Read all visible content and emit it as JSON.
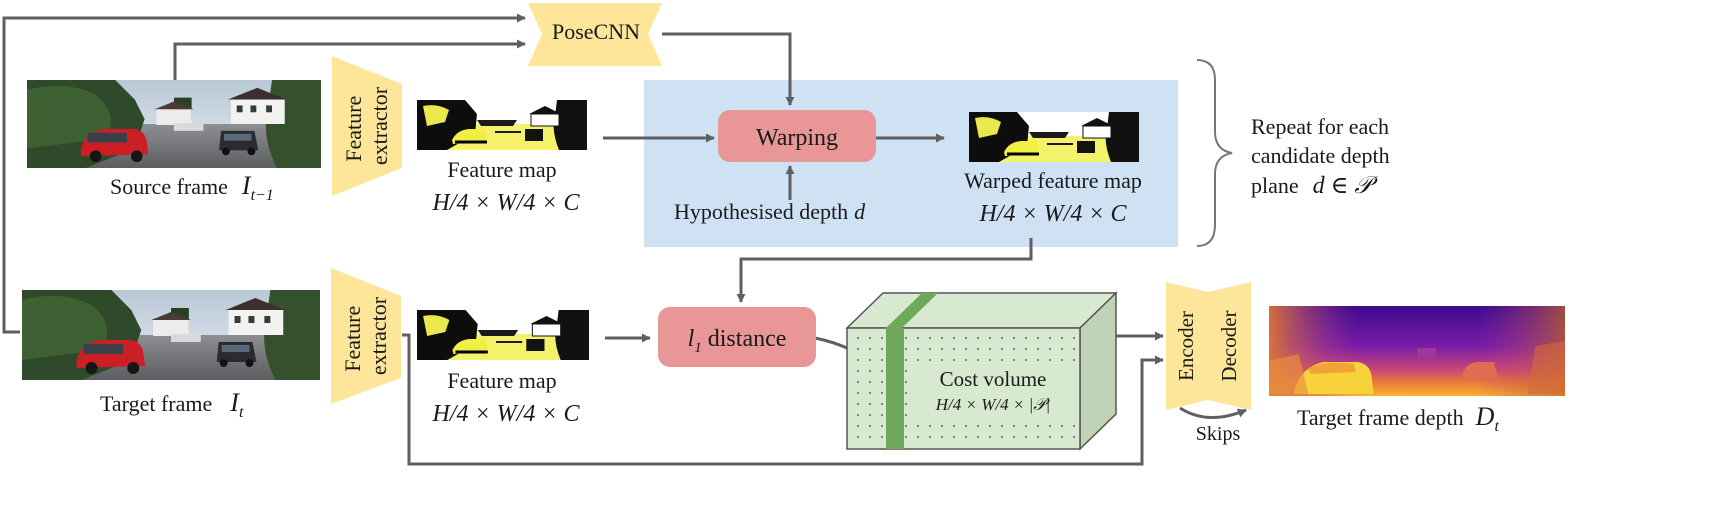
{
  "pose_net": {
    "label": "PoseCNN"
  },
  "source": {
    "caption": "Source frame",
    "symbol_base": "I",
    "symbol_sub": "t−1",
    "extractor_line1": "Feature",
    "extractor_line2": "extractor",
    "feature_caption": "Feature map",
    "feature_dims": "H/4 × W/4 × C"
  },
  "target": {
    "caption": "Target frame",
    "symbol_base": "I",
    "symbol_sub": "t",
    "extractor_line1": "Feature",
    "extractor_line2": "extractor",
    "feature_caption": "Feature map",
    "feature_dims": "H/4 × W/4 × C"
  },
  "warp_block": {
    "warping_label": "Warping",
    "hypothesis_text": "Hypothesised depth",
    "hypothesis_symbol": "d",
    "warped_caption": "Warped feature map",
    "warped_dims": "H/4 × W/4 × C"
  },
  "repeat_note": {
    "line1": "Repeat for each",
    "line2": "candidate depth",
    "line3_text": "plane",
    "line3_math": "d ∈ 𝒫"
  },
  "l1": {
    "symbol_base": "l",
    "symbol_sub": "1",
    "text": "distance"
  },
  "cost_volume": {
    "title": "Cost volume",
    "dims": "H/4 × W/4 × |𝒫|"
  },
  "encdec": {
    "encoder": "Encoder",
    "decoder": "Decoder",
    "skips": "Skips"
  },
  "output": {
    "caption": "Target frame depth",
    "symbol_base": "D",
    "symbol_sub": "t"
  },
  "colors": {
    "arrow": "#5f5f5f",
    "yellow": "#fde59a",
    "pink": "#e89696",
    "blue_panel": "#cfe2f4",
    "cube_light": "#d7ead0",
    "cube_dark": "#bfd3b6",
    "cube_stripe": "#6ea85a"
  }
}
